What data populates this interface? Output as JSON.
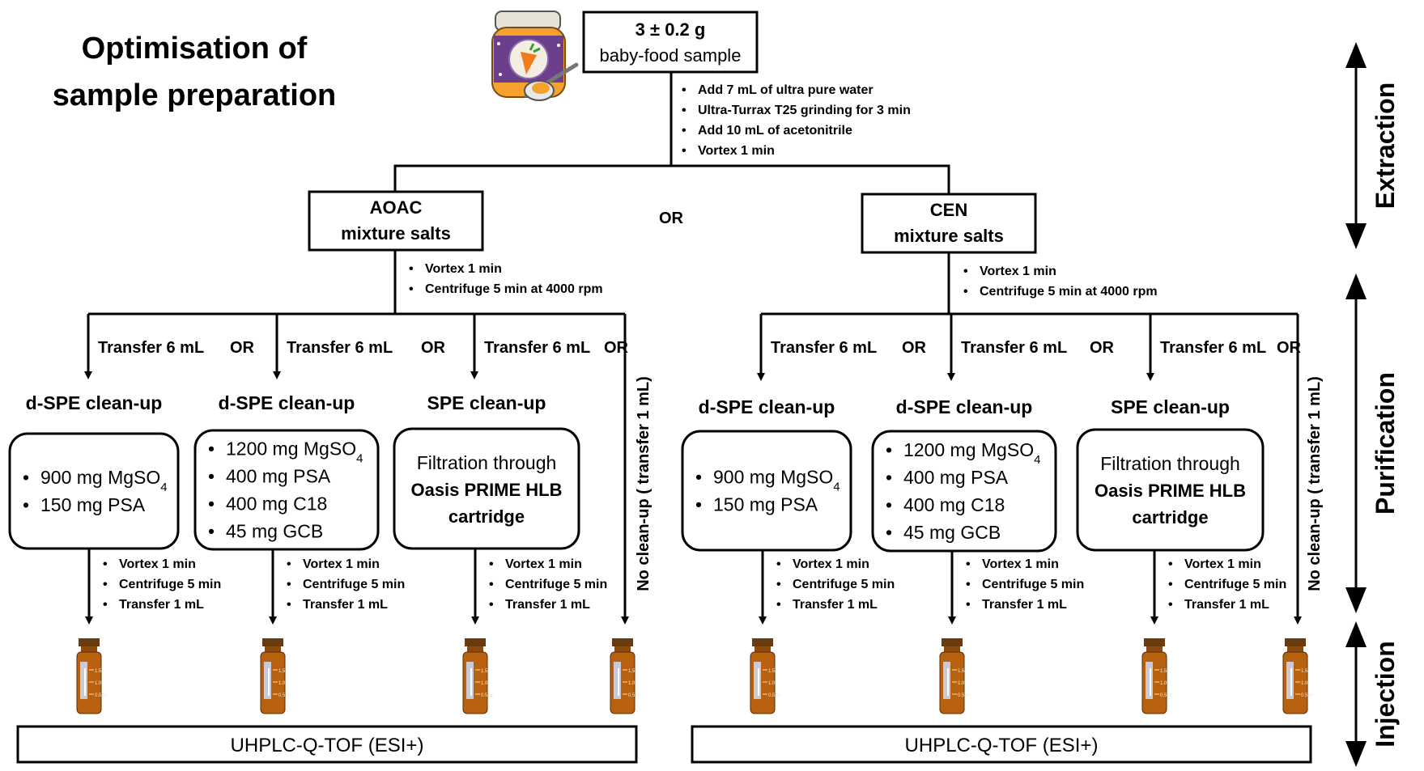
{
  "title": {
    "line1": "Optimisation of",
    "line2": "sample preparation"
  },
  "sample_box": {
    "line1": "3 ± 0.2 g",
    "line2": "baby-food sample"
  },
  "extraction_steps": [
    "Add 7 mL of ultra pure water",
    "Ultra-Turrax T25 grinding for 3 min",
    "Add 10 mL of acetonitrile",
    "Vortex 1 min"
  ],
  "or_label": "OR",
  "branches": [
    {
      "salt": {
        "line1": "AOAC",
        "line2": "mixture salts"
      },
      "steps": [
        "Vortex 1 min",
        "Centrifuge 5 min at 4000 rpm"
      ],
      "transfers": [
        "Transfer 6 mL",
        "Transfer 6 mL",
        "Transfer 6 mL"
      ],
      "cleanups": [
        {
          "heading": "d-SPE clean-up",
          "items": [
            {
              "t": "900 mg MgSO",
              "sub": "4"
            },
            {
              "t": "150 mg PSA",
              "sub": ""
            }
          ]
        },
        {
          "heading": "d-SPE clean-up",
          "items": [
            {
              "t": "1200 mg MgSO",
              "sub": "4"
            },
            {
              "t": "400 mg PSA",
              "sub": ""
            },
            {
              "t": "400 mg C18",
              "sub": ""
            },
            {
              "t": "45 mg GCB",
              "sub": ""
            }
          ]
        },
        {
          "heading": "SPE clean-up",
          "filtration": {
            "line1": "Filtration through",
            "line2": "Oasis PRIME HLB",
            "line3": "cartridge"
          }
        }
      ],
      "post_steps": [
        "Vortex 1 min",
        "Centrifuge 5 min",
        "Transfer 1 mL"
      ],
      "no_cleanup": "No clean-up ( transfer 1 mL)",
      "instrument": "UHPLC-Q-TOF (ESI+)"
    },
    {
      "salt": {
        "line1": "CEN",
        "line2": "mixture salts"
      },
      "steps": [
        "Vortex 1 min",
        "Centrifuge 5 min at 4000 rpm"
      ],
      "transfers": [
        "Transfer 6 mL",
        "Transfer 6 mL",
        "Transfer 6 mL"
      ],
      "cleanups": [
        {
          "heading": "d-SPE clean-up",
          "items": [
            {
              "t": "900 mg MgSO",
              "sub": "4"
            },
            {
              "t": "150 mg PSA",
              "sub": ""
            }
          ]
        },
        {
          "heading": "d-SPE clean-up",
          "items": [
            {
              "t": "1200 mg MgSO",
              "sub": "4"
            },
            {
              "t": "400 mg PSA",
              "sub": ""
            },
            {
              "t": "400 mg C18",
              "sub": ""
            },
            {
              "t": "45 mg GCB",
              "sub": ""
            }
          ]
        },
        {
          "heading": "SPE clean-up",
          "filtration": {
            "line1": "Filtration through",
            "line2": "Oasis PRIME HLB",
            "line3": "cartridge"
          }
        }
      ],
      "post_steps": [
        "Vortex 1 min",
        "Centrifuge 5 min",
        "Transfer 1 mL"
      ],
      "no_cleanup": "No clean-up ( transfer 1 mL)",
      "instrument": "UHPLC-Q-TOF (ESI+)"
    }
  ],
  "stages": [
    "Extraction",
    "Purification",
    "Injection"
  ],
  "vial_labels": [
    "1.5",
    "1.0",
    "0.5ml"
  ],
  "colors": {
    "vial_amber": "#b8620f",
    "vial_cap": "#6b3a0e",
    "jar_purple": "#6b3f8c",
    "jar_orange": "#f5a12e",
    "line": "#000000"
  }
}
